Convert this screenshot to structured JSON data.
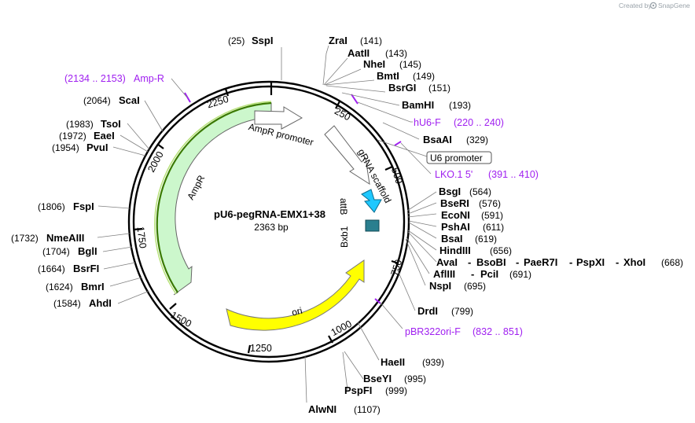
{
  "credit": {
    "text": "Created by",
    "brand": "SnapGene",
    "icon": "snapgene-logo-icon"
  },
  "plasmid": {
    "name": "pU6-pegRNA-EMX1+38",
    "size_label": "2363 bp",
    "length": 2363
  },
  "ticks": [
    "250",
    "500",
    "750",
    "1000",
    "1250",
    "1500",
    "1750",
    "2000",
    "2250"
  ],
  "sites": [
    {
      "name": "SspI",
      "pos": "(25)",
      "side": "left"
    },
    {
      "name": "ZraI",
      "pos": "(141)",
      "side": "right"
    },
    {
      "name": "AatII",
      "pos": "(143)",
      "side": "right"
    },
    {
      "name": "NheI",
      "pos": "(145)",
      "side": "right"
    },
    {
      "name": "BmtI",
      "pos": "(149)",
      "side": "right"
    },
    {
      "name": "BsrGI",
      "pos": "(151)",
      "side": "right"
    },
    {
      "name": "BamHI",
      "pos": "(193)",
      "side": "right"
    },
    {
      "name": "BsaAI",
      "pos": "(329)",
      "side": "right"
    },
    {
      "name": "BsgI",
      "pos": "(564)",
      "side": "right"
    },
    {
      "name": "BseRI",
      "pos": "(576)",
      "side": "right"
    },
    {
      "name": "EcoNI",
      "pos": "(591)",
      "side": "right"
    },
    {
      "name": "PshAI",
      "pos": "(611)",
      "side": "right"
    },
    {
      "name": "BsaI",
      "pos": "(619)",
      "side": "right"
    },
    {
      "name": "HindIII",
      "pos": "(656)",
      "side": "right"
    },
    {
      "name": "AvaI",
      "pos": "",
      "side": "right"
    },
    {
      "name": "BsoBI",
      "pos": "",
      "side": "right"
    },
    {
      "name": "PaeR7I",
      "pos": "",
      "side": "right"
    },
    {
      "name": "PspXI",
      "pos": "",
      "side": "right"
    },
    {
      "name": "XhoI",
      "pos": "(668)",
      "side": "right"
    },
    {
      "name": "AflIII",
      "pos": "",
      "side": "right"
    },
    {
      "name": "PciI",
      "pos": "(691)",
      "side": "right"
    },
    {
      "name": "NspI",
      "pos": "(695)",
      "side": "right"
    },
    {
      "name": "DrdI",
      "pos": "(799)",
      "side": "right"
    },
    {
      "name": "HaeII",
      "pos": "(939)",
      "side": "right"
    },
    {
      "name": "BseYI",
      "pos": "(995)",
      "side": "right"
    },
    {
      "name": "PspFI",
      "pos": "(999)",
      "side": "right"
    },
    {
      "name": "AlwNI",
      "pos": "(1107)",
      "side": "right"
    },
    {
      "name": "AhdI",
      "pos": "(1584)",
      "side": "left"
    },
    {
      "name": "BmrI",
      "pos": "(1624)",
      "side": "left"
    },
    {
      "name": "BsrFI",
      "pos": "(1664)",
      "side": "left"
    },
    {
      "name": "BglI",
      "pos": "(1704)",
      "side": "left"
    },
    {
      "name": "NmeAIII",
      "pos": "(1732)",
      "side": "left"
    },
    {
      "name": "FspI",
      "pos": "(1806)",
      "side": "left"
    },
    {
      "name": "PvuI",
      "pos": "(1954)",
      "side": "left"
    },
    {
      "name": "EaeI",
      "pos": "(1972)",
      "side": "left"
    },
    {
      "name": "TsoI",
      "pos": "(1983)",
      "side": "left"
    },
    {
      "name": "ScaI",
      "pos": "(2064)",
      "side": "left"
    }
  ],
  "separator": "-",
  "primers": [
    {
      "name": "Amp-R",
      "range": "(2134 .. 2153)"
    },
    {
      "name": "hU6-F",
      "range": "(220 .. 240)"
    },
    {
      "name": "LKO.1 5'",
      "range": "(391 .. 410)"
    },
    {
      "name": "pBR322ori-F",
      "range": "(832 .. 851)"
    }
  ],
  "features": {
    "u6_promoter": "U6 promoter",
    "grna_scaffold": "gRNA scaffold",
    "attb": "attB",
    "bxb1": "Bxb1",
    "ori": "ori",
    "ampr": "AmpR",
    "ampr_promoter": "AmpR promoter"
  },
  "colors": {
    "primer": "#a020f0",
    "ampr_fill": "#ccf7cc",
    "ampr_highlight": "#3a7a00",
    "ori_fill": "#ffff00",
    "grna_fill": "#ffffff",
    "attb_fill": "#1ec8ff",
    "bxb1_fill": "#2a7f8f",
    "backbone": "#000000"
  }
}
